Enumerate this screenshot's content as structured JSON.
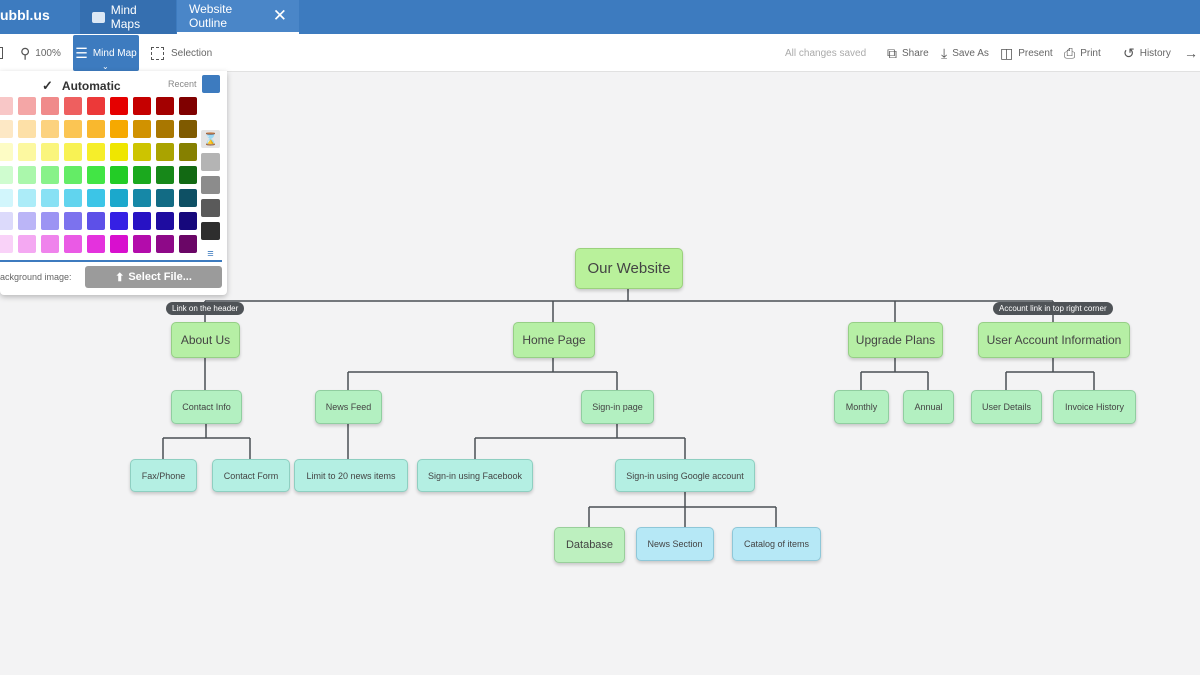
{
  "app": {
    "logo": "ubbl.us"
  },
  "tabs": [
    {
      "label": "Mind Maps",
      "icon": "folder-icon"
    },
    {
      "label": "Website Outline",
      "close": "✕"
    }
  ],
  "toolbar": {
    "zoom": "100%",
    "mindmap_label": "Mind Map",
    "selection_label": "Selection",
    "status": "All changes saved",
    "share": "Share",
    "saveas": "Save As",
    "present": "Present",
    "print": "Print",
    "history": "History"
  },
  "color_picker": {
    "automatic_label": "Automatic",
    "recent_label": "Recent",
    "recent_color": "#3d7bbf",
    "bg_label": "ackground image:",
    "select_button": "Select File...",
    "palette": [
      [
        "#f8c7c7",
        "#f4a6a6",
        "#f08a8a",
        "#ee5f5f",
        "#ec3939",
        "#e50000",
        "#c50000",
        "#a30000",
        "#7f0000"
      ],
      [
        "#fde8c5",
        "#fde0a7",
        "#fcd27f",
        "#fbc553",
        "#f9b82e",
        "#f6a900",
        "#d19200",
        "#a97700",
        "#7f5a00"
      ],
      [
        "#fdfcc5",
        "#fcf8a0",
        "#faf57d",
        "#f8f254",
        "#f6ee2a",
        "#efe600",
        "#cdc400",
        "#aaa300",
        "#868000"
      ],
      [
        "#cffccf",
        "#aaf7ab",
        "#88f289",
        "#64ec66",
        "#42e545",
        "#23cc26",
        "#1ba91e",
        "#178819",
        "#126913"
      ],
      [
        "#d2f6fc",
        "#acecf8",
        "#88e1f4",
        "#61d4ee",
        "#3cc5e7",
        "#1ba8cc",
        "#1688a7",
        "#126b84",
        "#0e5064"
      ],
      [
        "#dcdafb",
        "#bbb5f7",
        "#9c94f3",
        "#7c72ee",
        "#5d50e8",
        "#3520e4",
        "#2712c4",
        "#1e0ca0",
        "#16087c"
      ],
      [
        "#f9d2f8",
        "#f4a8f2",
        "#ef83ec",
        "#ea5ae5",
        "#e432dd",
        "#d80fce",
        "#b30cab",
        "#8e0988",
        "#6a0666"
      ]
    ],
    "grays": [
      "#e4e4e4",
      "#b4b4b4",
      "#8c8c8c",
      "#5a5a5a",
      "#2e2e2e"
    ]
  },
  "mindmap": {
    "root": "Our Website",
    "nodes": {
      "about": "About Us",
      "home": "Home Page",
      "upgrade": "Upgrade Plans",
      "account": "User Account Information",
      "contact_info": "Contact Info",
      "news_feed": "News Feed",
      "signin_page": "Sign-in page",
      "monthly": "Monthly",
      "annual": "Annual",
      "user_details": "User Details",
      "invoice_history": "Invoice History",
      "fax": "Fax/Phone",
      "contact_form": "Contact Form",
      "limit": "Limit to 20 news items",
      "signin_fb": "Sign-in using Facebook",
      "signin_google": "Sign-in using Google account",
      "database": "Database",
      "news_section": "News Section",
      "catalog": "Catalog of items"
    },
    "tags": {
      "header_link": "Link on the header",
      "account_link": "Account link in top right corner"
    }
  }
}
